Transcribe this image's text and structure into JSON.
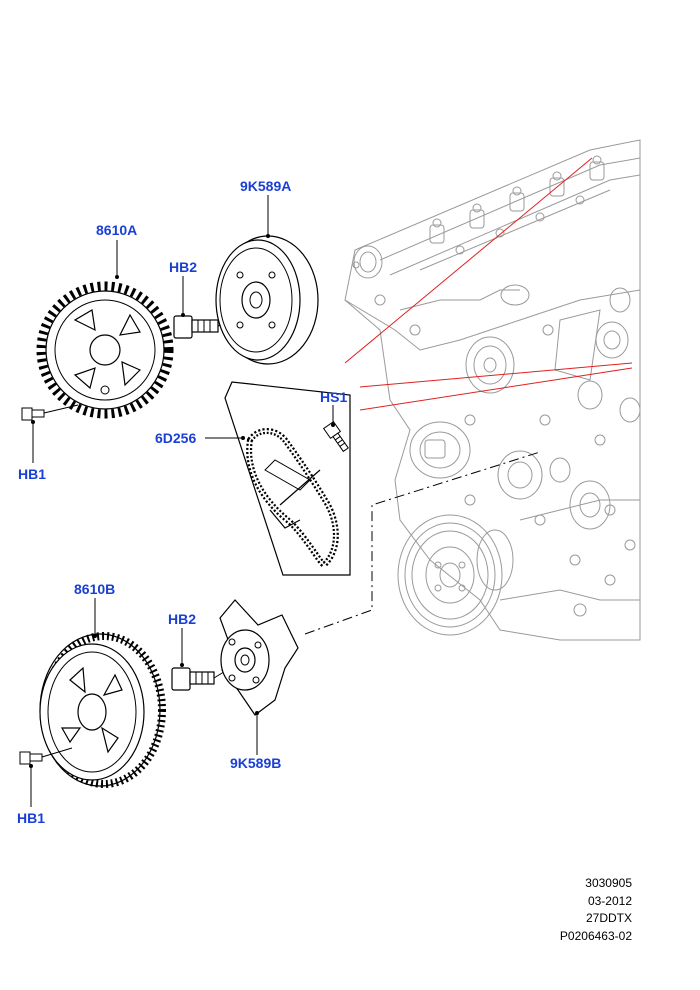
{
  "callouts": {
    "part_8610A": "8610A",
    "part_9K589A": "9K589A",
    "part_HB2_top": "HB2",
    "part_HB1_top": "HB1",
    "part_HS1": "HS1",
    "part_6D256": "6D256",
    "part_8610B": "8610B",
    "part_HB2_bottom": "HB2",
    "part_9K589B": "9K589B",
    "part_HB1_bottom": "HB1"
  },
  "reference": {
    "line1": "3030905",
    "line2": "03-2012",
    "line3": "27DDTX",
    "line4": "P0206463-02"
  },
  "colors": {
    "callout_text": "#1a3fd6",
    "leader_red": "#e02020",
    "line_art": "#000000",
    "engine_art": "#9a9a9a"
  },
  "icons": {
    "sprocket": "camshaft-sprocket-icon",
    "pulley": "pulley-hub-icon",
    "chain": "timing-chain-icon",
    "bolt": "bolt-icon",
    "engine": "engine-block-illustration"
  }
}
